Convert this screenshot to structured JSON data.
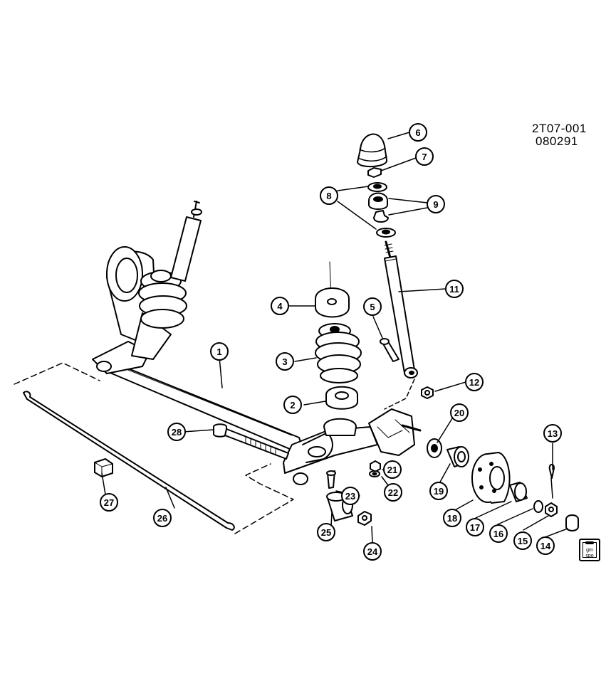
{
  "drawing_code": "2T07-001",
  "drawing_date": "080291",
  "logo_text": "gm spo",
  "callouts": [
    "1",
    "2",
    "3",
    "4",
    "5",
    "6",
    "7",
    "8",
    "9",
    "11",
    "12",
    "13",
    "14",
    "15",
    "16",
    "17",
    "18",
    "19",
    "20",
    "21",
    "22",
    "23",
    "24",
    "25",
    "26",
    "27",
    "28"
  ]
}
